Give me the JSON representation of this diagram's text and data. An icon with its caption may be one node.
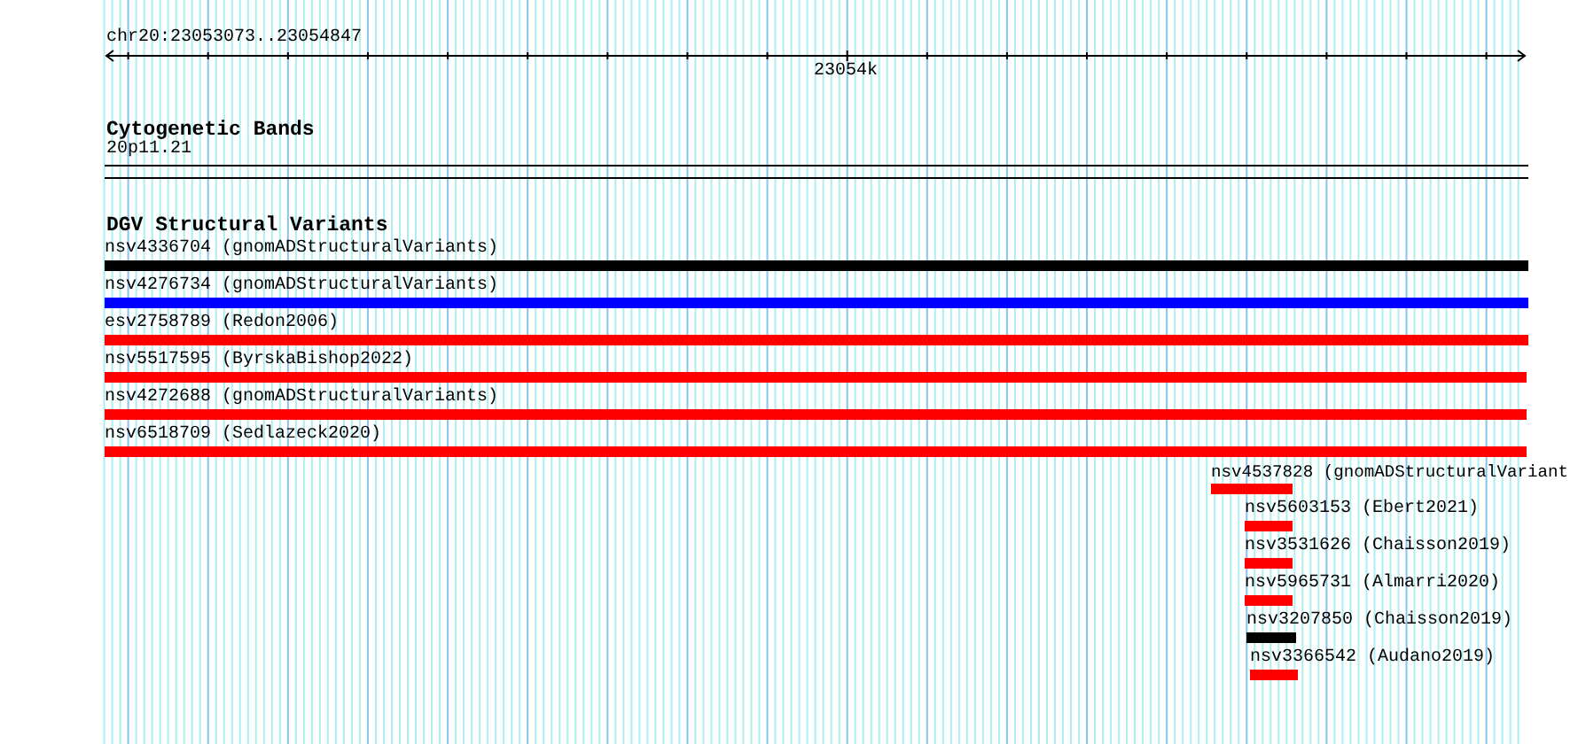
{
  "diagram": {
    "nodes": [
      {
        "text": [
          "20p11.21"
        ]
      },
      {
        "text": [
          "nsv4336704 (gnomADStructuralVariants)"
        ]
      },
      {
        "text": [
          "nsv4276734 (gnomADStructuralVariants)"
        ]
      },
      {
        "text": [
          "esv2758789 (Redon2006)"
        ]
      },
      {
        "text": [
          "nsv5517595 (ByrskaBishop2022)"
        ]
      },
      {
        "text": [
          "nsv4272688 (gnomADStructuralVariants)"
        ]
      },
      {
        "text": [
          "nsv6518709 (Sedlazeck2020)"
        ]
      },
      {
        "text": [
          "nsv4537828 (gnomADStructuralVariant"
        ]
      },
      {
        "text": [
          "nsv5603153 (Ebert2021)"
        ]
      },
      {
        "text": [
          "nsv3531626 (Chaisson2019)"
        ]
      },
      {
        "text": [
          "nsv5965731 (Almarri2020)"
        ]
      },
      {
        "text": [
          "nsv3207850 (Chaisson2019)"
        ]
      },
      {
        "text": [
          "nsv3366542 (Audano2019)"
        ]
      }
    ],
    "labels": [
      "chr20:23053073..23054847",
      "23054k",
      "Cytogenetic Bands",
      "DGV Structural Variants"
    ]
  }
}
